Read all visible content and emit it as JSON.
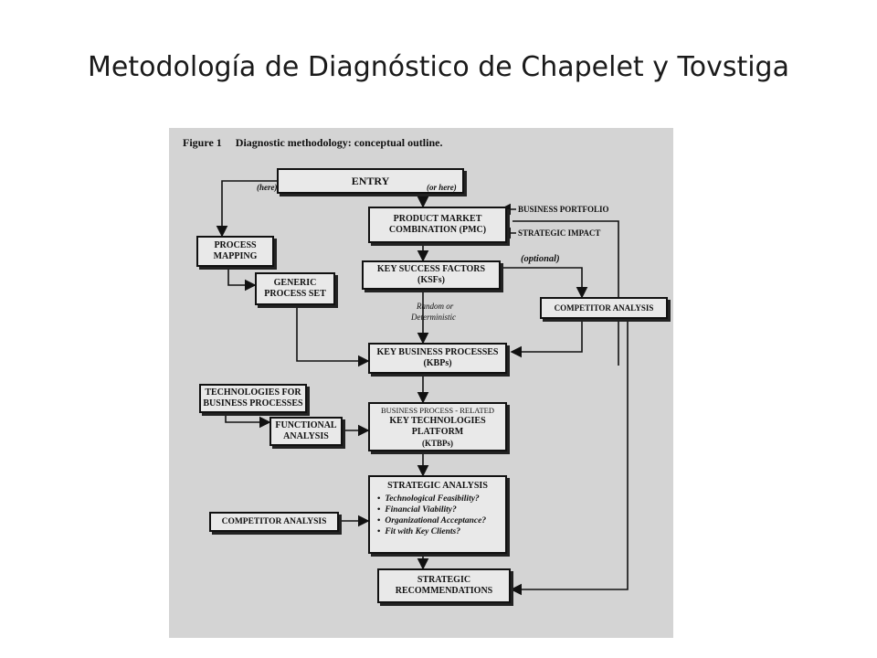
{
  "slide": {
    "title": "Metodología de Diagnóstico de Chapelet y Tovstiga"
  },
  "figure": {
    "number": "Figure 1",
    "caption": "Diagnostic methodology: conceptual outline.",
    "boxes": {
      "entry": "ENTRY",
      "process_mapping": [
        "PROCESS",
        "MAPPING"
      ],
      "generic_process_set": [
        "GENERIC",
        "PROCESS SET"
      ],
      "pmc": [
        "PRODUCT MARKET",
        "COMBINATION (PMC)"
      ],
      "ksf": [
        "KEY SUCCESS FACTORS",
        "(KSFs)"
      ],
      "competitor_analysis_right": "COMPETITOR ANALYSIS",
      "kbp": [
        "KEY BUSINESS PROCESSES",
        "(KBPs)"
      ],
      "technologies_for_bp": [
        "TECHNOLOGIES FOR",
        "BUSINESS PROCESSES"
      ],
      "functional_analysis": [
        "FUNCTIONAL",
        "ANALYSIS"
      ],
      "ktbp": [
        "BUSINESS PROCESS - RELATED",
        "KEY TECHNOLOGIES",
        "PLATFORM",
        "(KTBPs)"
      ],
      "strategic_analysis": {
        "title": "STRATEGIC ANALYSIS",
        "items": [
          "Technological Feasibility?",
          "Financial Viability?",
          "Organizational Acceptance?",
          "Fit with Key Clients?"
        ]
      },
      "competitor_analysis_left": "COMPETITOR ANALYSIS",
      "strategic_recommendations": [
        "STRATEGIC",
        "RECOMMENDATIONS"
      ]
    },
    "labels": {
      "here": "(here)",
      "or_here": "(or here)",
      "business_portfolio": "BUSINESS PORTFOLIO",
      "strategic_impact": "STRATEGIC IMPACT",
      "optional": "(optional)",
      "random_or": "Random or",
      "deterministic": "Deterministic"
    }
  }
}
